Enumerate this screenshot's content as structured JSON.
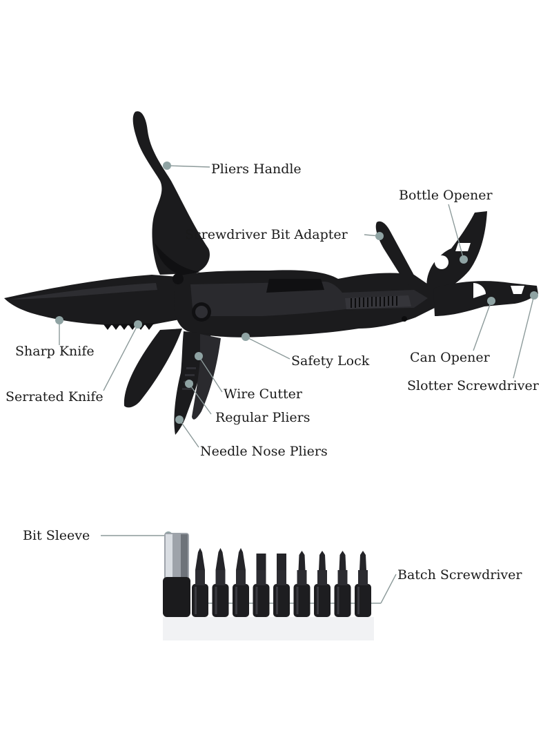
{
  "labels": {
    "pliers_handle": "Pliers Handle",
    "bottle_opener": "Bottle Opener",
    "screwdriver_bit_adapter": "Screwdriver Bit Adapter",
    "sharp_knife": "Sharp Knife",
    "safety_lock": "Safety Lock",
    "can_opener": "Can Opener",
    "serrated_knife": "Serrated Knife",
    "wire_cutter": "Wire Cutter",
    "slotter_screwdriver": "Slotter Screwdriver",
    "regular_pliers": "Regular Pliers",
    "needle_nose_pliers": "Needle Nose Pliers",
    "bit_sleeve": "Bit Sleeve",
    "batch_screwdriver": "Batch Screwdriver"
  },
  "colors": {
    "tool_body": "#1b1b1d",
    "leader_line": "#8c9a9a",
    "leader_dot": "#8fa3a3",
    "text": "#1a1a1a",
    "background": "#ffffff"
  },
  "bit_set": {
    "bit_count": 9,
    "tip_types": [
      "phillips",
      "phillips",
      "phillips",
      "flat",
      "flat",
      "torx",
      "torx",
      "torx",
      "torx"
    ]
  }
}
